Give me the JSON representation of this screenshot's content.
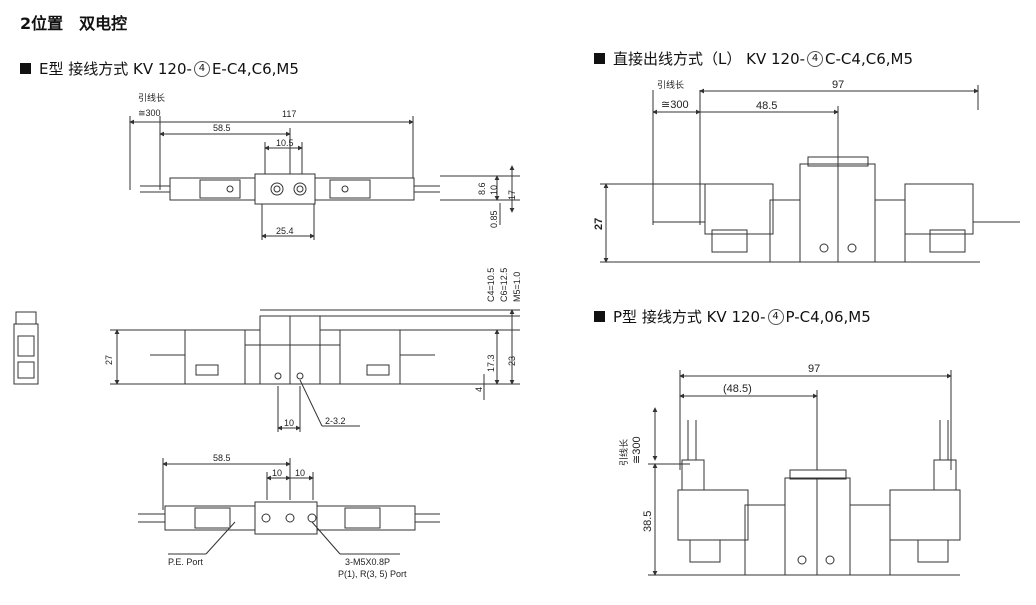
{
  "title": "2位置　双电控",
  "sections": {
    "e_type": {
      "prefix": "E型 接线方式  KV 120-",
      "circle": "4",
      "suffix": "E-C4,C6,M5"
    },
    "l_type": {
      "prefix": "直接出线方式（L） KV 120-",
      "circle": "4",
      "suffix": "C-C4,C6,M5"
    },
    "p_type": {
      "prefix": "P型 接线方式 KV 120-",
      "circle": "4",
      "suffix": "P-C4,06,M5"
    }
  },
  "e_top": {
    "lead_label": "引线长",
    "lead_len": "≅300",
    "overall": "117",
    "half": "58.5",
    "pitch": "10.5",
    "base": "25.4",
    "h1": "8.6",
    "h2": "10",
    "h3": "17",
    "h4": "0.85"
  },
  "e_side": {
    "height": "27",
    "c4": "C4=10.5",
    "c6": "C6=12.5",
    "m5": "M5=1.0",
    "h1": "17.3",
    "h2": "23",
    "h3": "4",
    "pitch": "10",
    "hole": "2-3.2"
  },
  "e_bottom": {
    "half": "58.5",
    "p1": "10",
    "p2": "10",
    "pe_port": "P.E. Port",
    "thread": "3-M5X0.8P",
    "ports": "P(1), R(3, 5) Port"
  },
  "l_view": {
    "lead_label": "引线长",
    "lead_len": "≅300",
    "overall": "97",
    "half": "48.5",
    "height": "27"
  },
  "p_view": {
    "overall": "97",
    "half": "(48.5)",
    "lead_label": "引线长",
    "lead_len": "≅300",
    "height": "38.5"
  }
}
